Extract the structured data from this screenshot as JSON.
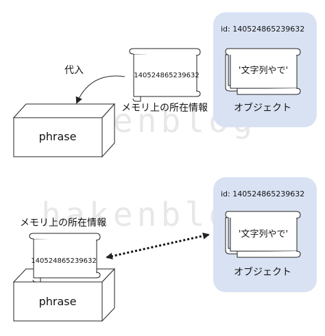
{
  "top": {
    "object_id_label": "id: 140524865239632",
    "object_value": "'文字列やで'",
    "object_caption": "オブジェクト",
    "memory_scroll_text": "140524865239632",
    "memory_caption": "メモリ上の所在情報",
    "assign_label": "代入",
    "variable_name": "phrase"
  },
  "bottom": {
    "object_id_label": "id: 140524865239632",
    "object_value": "'文字列やで'",
    "object_caption": "オブジェクト",
    "memory_scroll_text": "140524865239632",
    "memory_caption": "メモリ上の所在情報",
    "variable_name": "phrase"
  },
  "watermark": "hakenblog",
  "colors": {
    "object_panel": "#d9e2f3",
    "stroke": "#222222",
    "background": "#ffffff"
  }
}
